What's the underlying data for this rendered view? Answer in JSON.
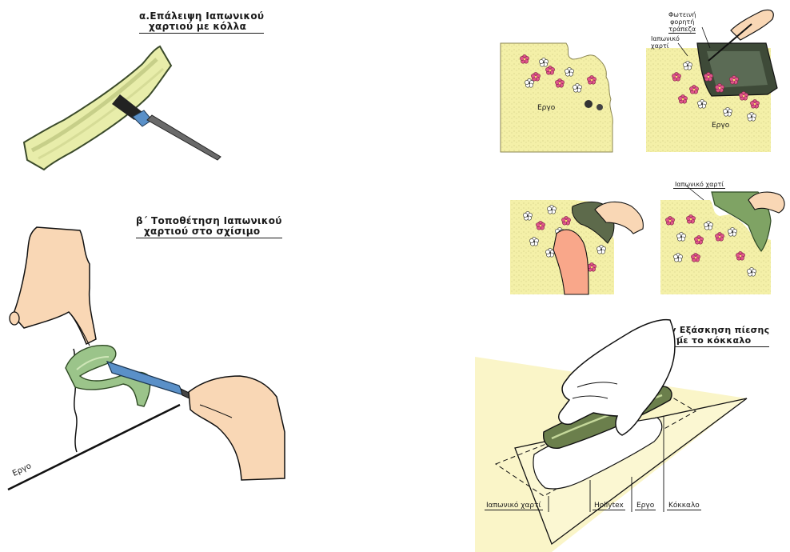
{
  "captions": {
    "a_line1": "α.Επάλειψη Ιαπωνικού",
    "a_line2": "χαρτιού με κόλλα",
    "b_line1": "β΄ Τοποθέτηση Ιαπωνικού",
    "b_line2": "χαρτιού στο σχίσιμο",
    "g_line1": "γ Εξάσκηση πίεσης",
    "g_line2": "με το κόκκαλο"
  },
  "labels": {
    "ergo_left": "Εργο",
    "ergo_panel1": "Εργο",
    "ergo_panel2": "Εργο",
    "light_table_1": "Φωτεινή",
    "light_table_2": "φορητή",
    "light_table_3": "τράπεζα",
    "japanese_paper_panel2_1": "Ιαπωνικό",
    "japanese_paper_panel2_2": "χαρτί",
    "japanese_paper_panel4": "Ιαπωνικό χαρτί",
    "japanese_paper_bottom": "Ιαπωνικό χαρτί",
    "hollytex": "Hollytex",
    "ergo_bottom": "Εργο",
    "bone_folder": "Κόκκαλο"
  },
  "colors": {
    "paper_yellow": "#f6f1b0",
    "glue_paper": "#e8edaa",
    "green_paper": "#9bc48a",
    "skin": "#f9d7b5",
    "flower_pink": "#e0558a",
    "brush_blue": "#5a90c8",
    "ink": "#1a1a1a"
  }
}
